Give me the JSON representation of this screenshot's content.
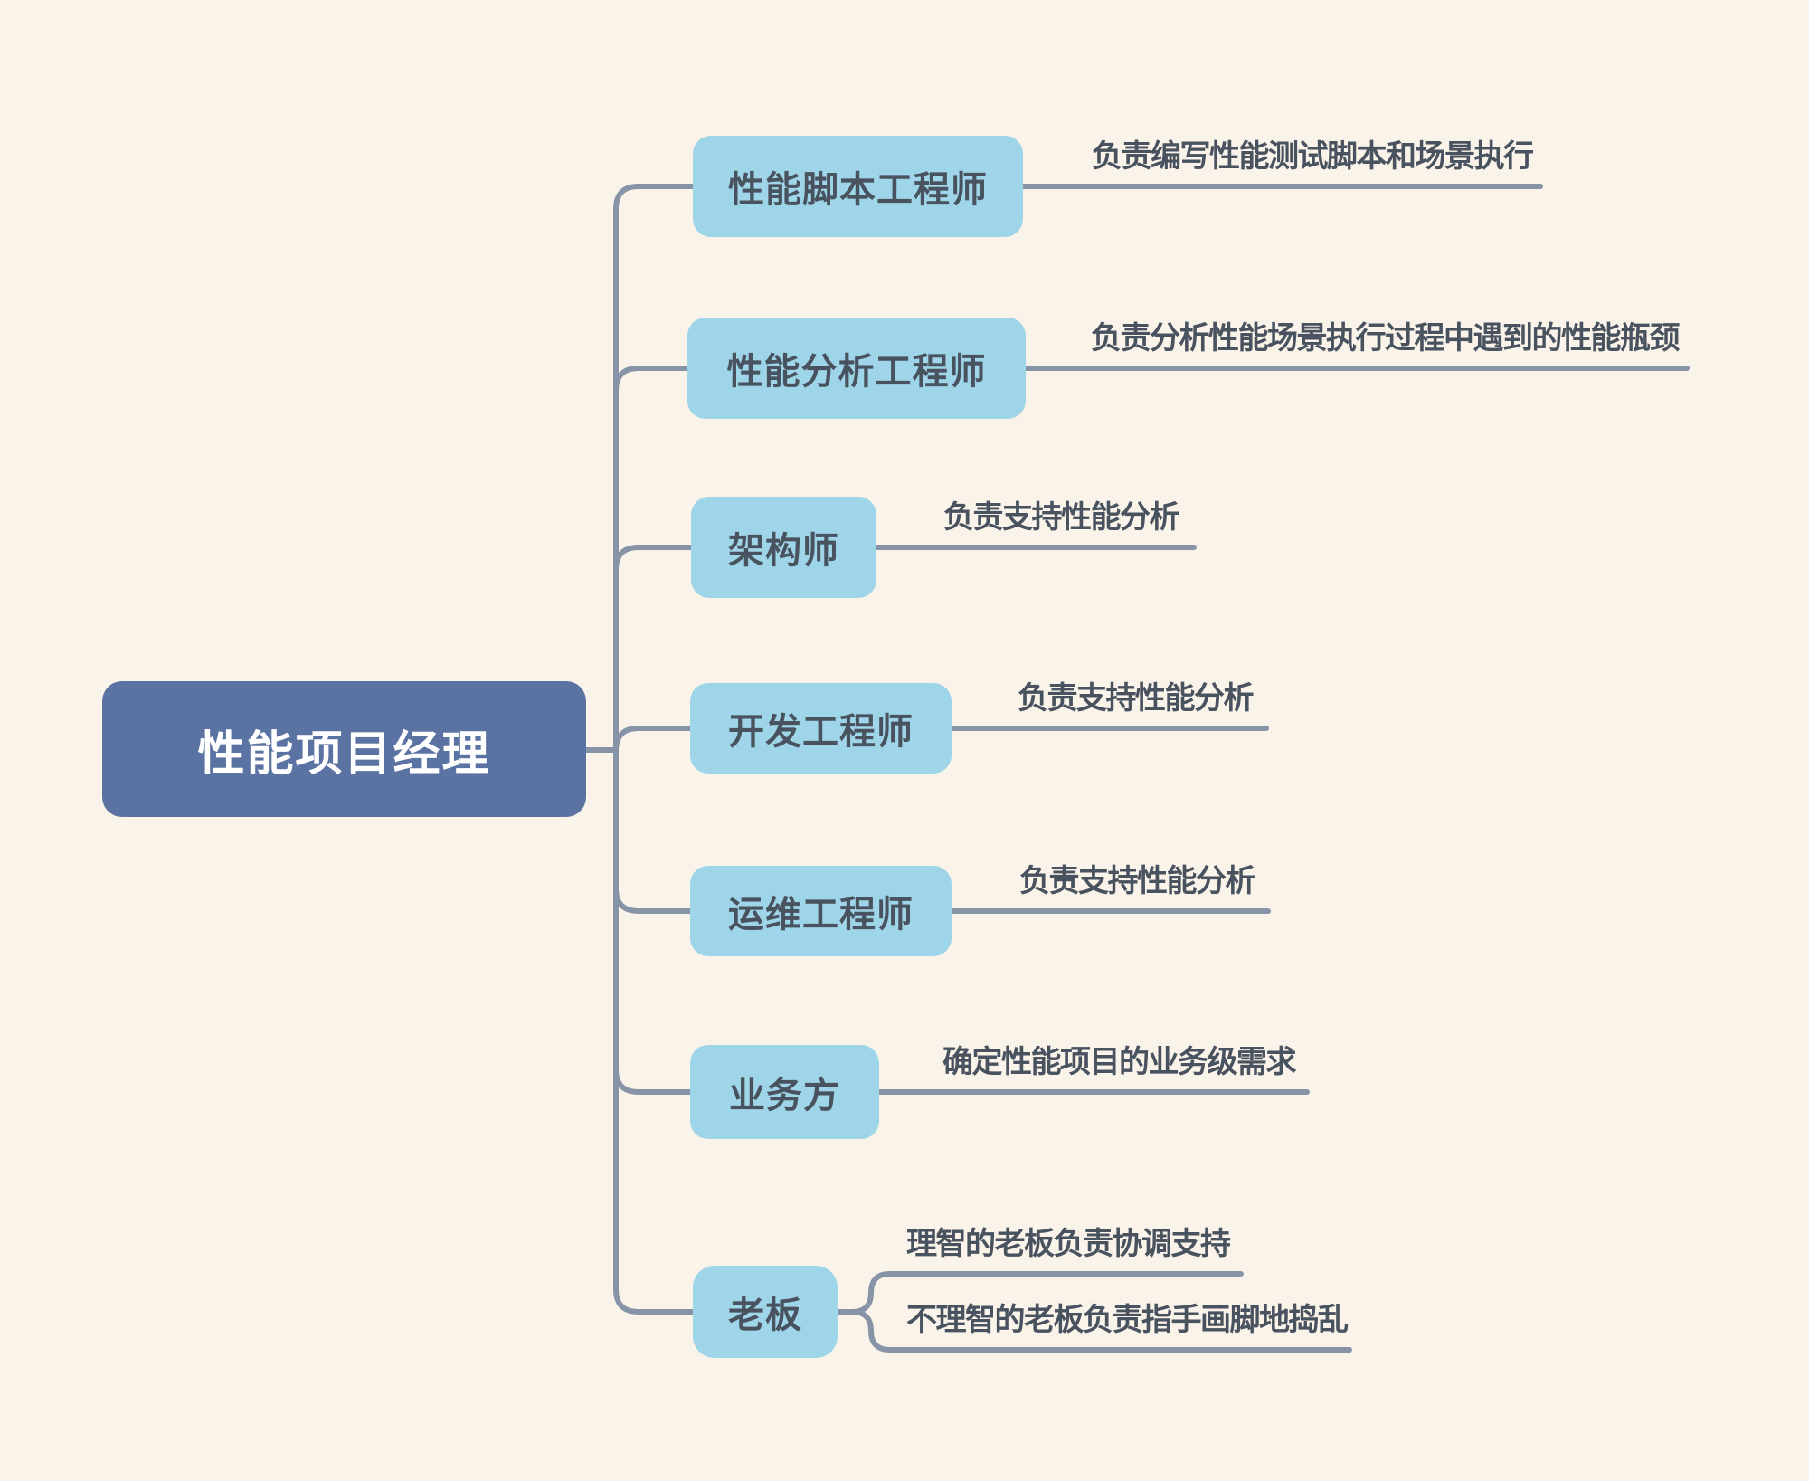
{
  "theme": {
    "background": "#faf3e9",
    "line": "#8793a6",
    "node_fill": "#9fd5e8",
    "node_text": "#49525f",
    "note_text": "#49525f",
    "root_fill": "#5a73a2",
    "root_text": "#ffffff"
  },
  "root": {
    "label": "性能项目经理"
  },
  "branches": [
    {
      "label": "性能脚本工程师",
      "note": "负责编写性能测试脚本和场景执行"
    },
    {
      "label": "性能分析工程师",
      "note": "负责分析性能场景执行过程中遇到的性能瓶颈"
    },
    {
      "label": "架构师",
      "note": "负责支持性能分析"
    },
    {
      "label": "开发工程师",
      "note": "负责支持性能分析"
    },
    {
      "label": "运维工程师",
      "note": "负责支持性能分析"
    },
    {
      "label": "业务方",
      "note": "确定性能项目的业务级需求"
    },
    {
      "label": "老板",
      "notes": [
        "理智的老板负责协调支持",
        "不理智的老板负责指手画脚地捣乱"
      ]
    }
  ]
}
